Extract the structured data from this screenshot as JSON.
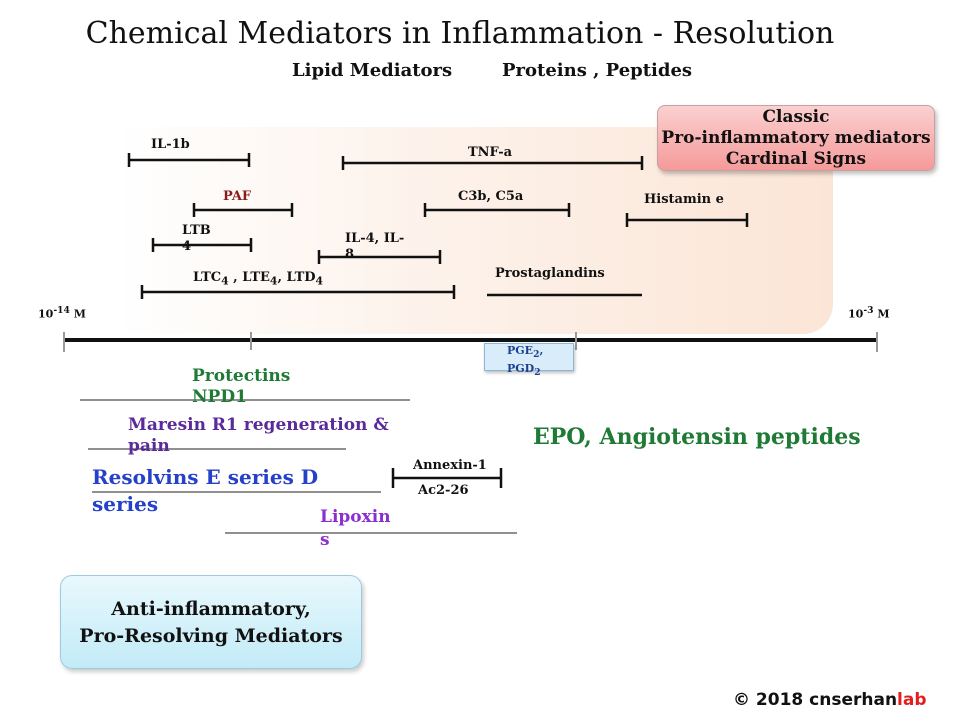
{
  "title": "Chemical Mediators in Inflammation - Resolution",
  "subtitle": {
    "lipid": "Lipid Mediators",
    "proteins": "Proteins , Peptides"
  },
  "classic_box": {
    "line1": "Classic",
    "line2": "Pro-inflammatory mediators",
    "line3": "Cardinal Signs"
  },
  "scale": {
    "left": "10",
    "left_exp": "-14",
    "left_unit": " M",
    "right": "10",
    "right_exp": "-3",
    "right_unit": " M"
  },
  "pro": {
    "il1b": "IL-1b",
    "tnfa": "TNF-a",
    "paf": "PAF",
    "c3b": "C3b, C5a",
    "histamine": "Histamin e",
    "ltb4": "LTB 4",
    "il4": "IL-4, IL- 8",
    "prostaglandins": "Prostaglandins",
    "ltc": {
      "a": "LTC",
      "a_sub": "4",
      "b": " , LTE",
      "b_sub": "4",
      "c": ", LTD",
      "c_sub": "4"
    }
  },
  "pge": {
    "a": "PGE",
    "a_sub": "2",
    "a_tail": ",",
    "b": "PGD",
    "b_sub": "2"
  },
  "resolving": {
    "protectins": "Protectins NPD1",
    "maresin": "Maresin R1   regeneration & pain",
    "resolvins": "Resolvins E series D series",
    "annexin_1": "Annexin-1",
    "annexin_2": "Ac2-26",
    "lipoxins": "Lipoxin s"
  },
  "epo": "EPO, Angiotensin peptides",
  "anti_box": {
    "line1": "Anti-inflammatory,",
    "line2": "Pro-Resolving Mediators"
  },
  "copyright": {
    "prefix": "© 2018 cnserhan",
    "suffix": "lab"
  },
  "colors": {
    "paf": "#8b1a1a",
    "resolving_green": "#1e7a34",
    "maresin": "#5a2a9a",
    "resolvins": "#2540c9",
    "lipoxins": "#8b2fd0",
    "copyright_accent": "#e21e1e"
  }
}
